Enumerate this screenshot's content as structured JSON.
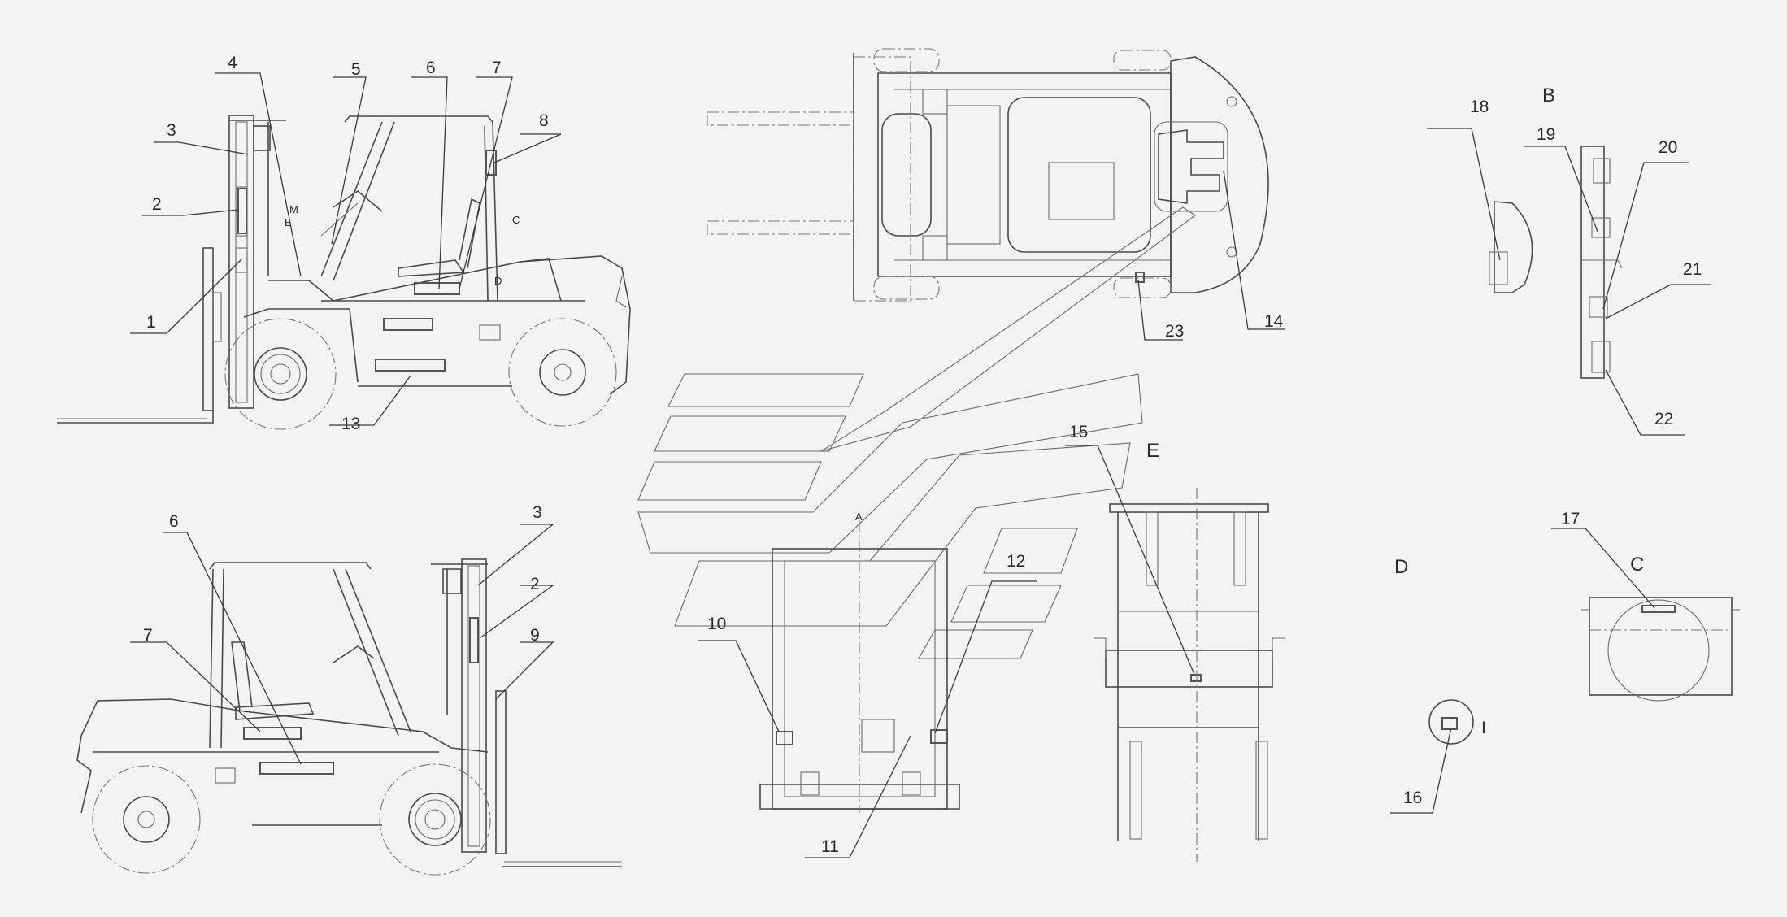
{
  "callouts": [
    "1",
    "2",
    "3",
    "4",
    "5",
    "6",
    "7",
    "8",
    "9",
    "10",
    "11",
    "12",
    "13",
    "14",
    "15",
    "16",
    "17",
    "18",
    "19",
    "20",
    "21",
    "22",
    "23"
  ],
  "view_labels": {
    "B": "B",
    "C": "C",
    "D": "D",
    "E": "E"
  },
  "small_marks": {
    "A": "A",
    "C": "C",
    "D": "D",
    "E": "E",
    "M": "M",
    "I": "I"
  }
}
